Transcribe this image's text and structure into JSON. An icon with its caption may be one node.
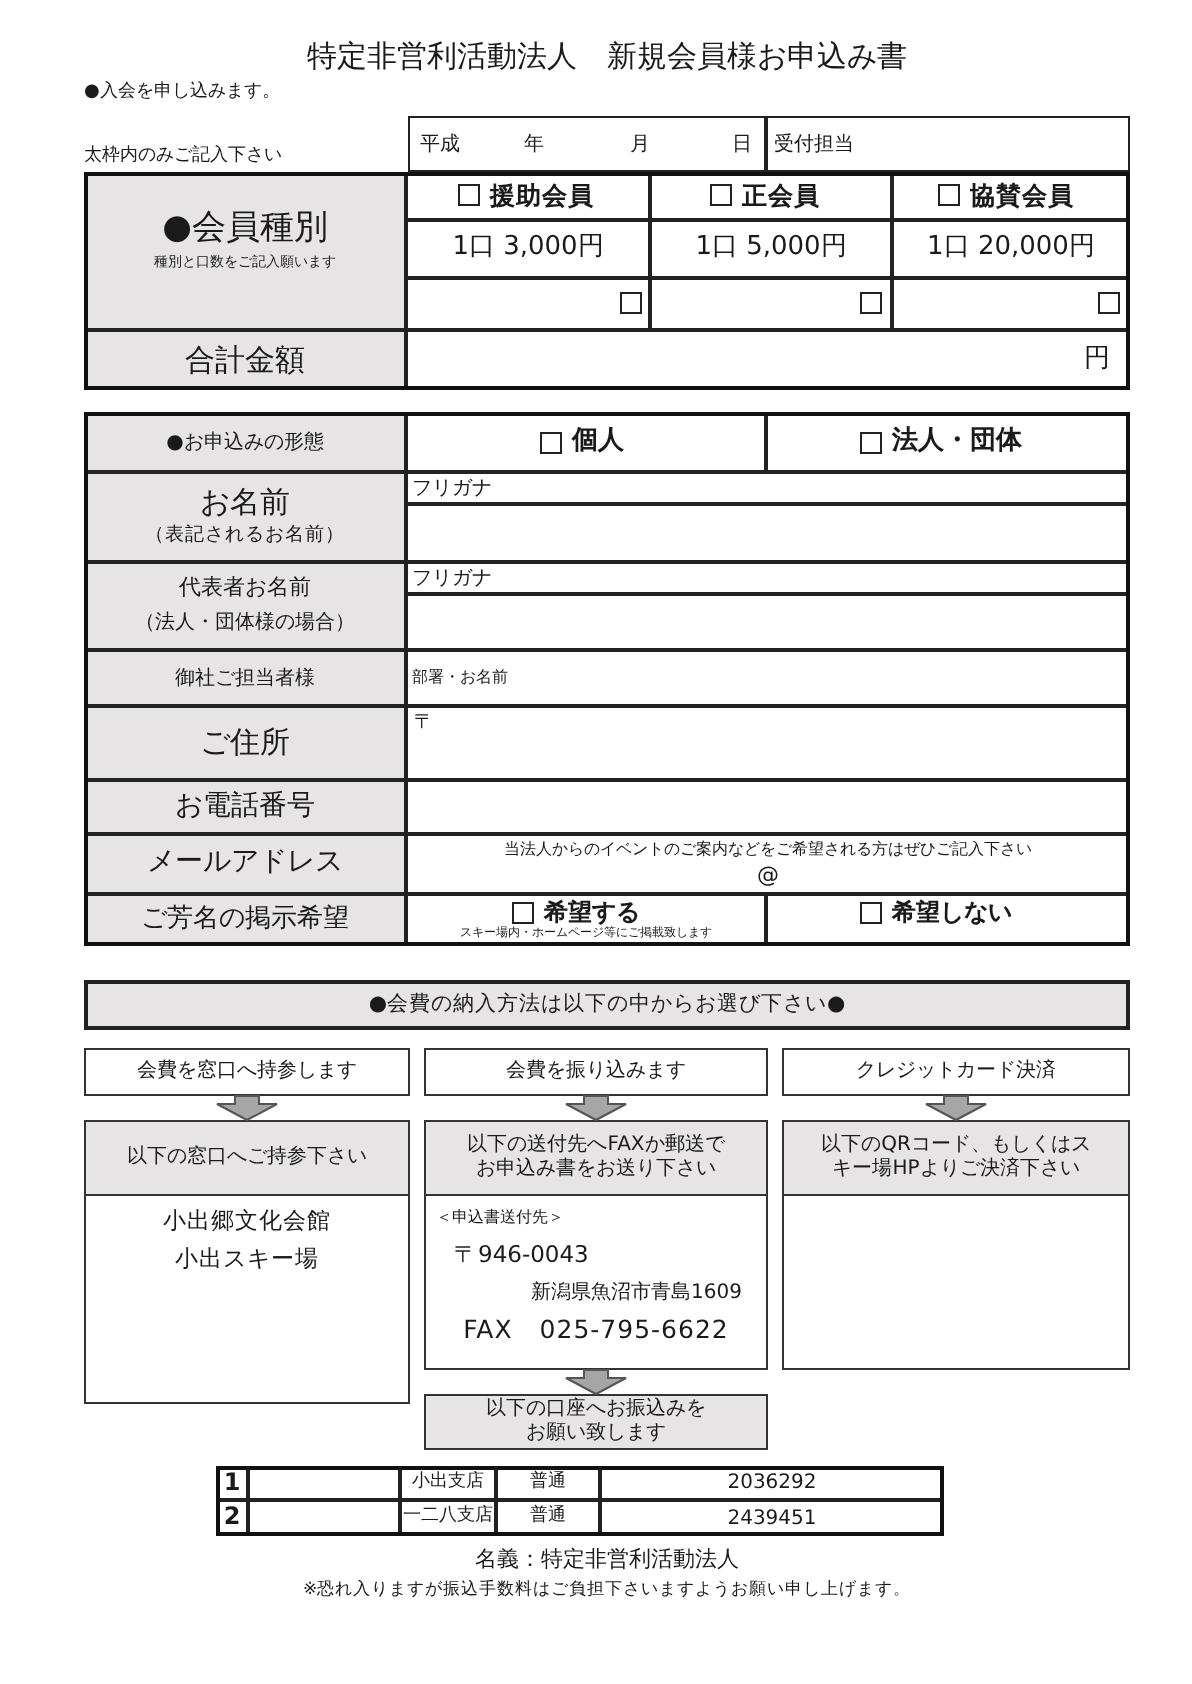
{
  "diagram": {
    "title": "特定非営利活動法人　新規会員様お申込み書",
    "nodes": [
      {
        "text": [
          "●会費の納入方法は以下の中からお選び下さい●"
        ]
      },
      {
        "text": [
          "会費を窓口へ持参します"
        ]
      },
      {
        "text": [
          "会費を振り込みます"
        ]
      },
      {
        "text": [
          "クレジットカード決済"
        ]
      },
      {
        "text": [
          "以下の窓口へご持参下さい",
          "小出郷文化会館",
          "小出スキー場"
        ]
      },
      {
        "text": [
          "以下の送付先へFAXか郵送でお申込み書をお送り下さい",
          "＜申込書送付先＞",
          "〒946-0043",
          "新潟県魚沼市青島1609",
          "FAX　025-795-6622"
        ]
      },
      {
        "text": [
          "以下のQRコード、もしくはスキー場HPよりご決済下さい"
        ]
      },
      {
        "text": [
          "以下の口座へお振込みをお願い致します"
        ]
      }
    ],
    "edges": [
      {
        "from": 1,
        "to": 4,
        "arrow": "to"
      },
      {
        "from": 2,
        "to": 5,
        "arrow": "to"
      },
      {
        "from": 3,
        "to": 6,
        "arrow": "to"
      },
      {
        "from": 5,
        "to": 7,
        "arrow": "to"
      }
    ],
    "labels": [
      "●入会を申し込みます。",
      "太枠内のみご記入下さい",
      "平成",
      "年",
      "月",
      "日",
      "受付担当",
      "●会員種別",
      "種別と口数をご記入願います",
      "援助会員",
      "正会員",
      "協賛会員",
      "1口 3,000円",
      "1口 5,000円",
      "1口 20,000円",
      "合計金額",
      "円",
      "●お申込みの形態",
      "個人",
      "法人・団体",
      "お名前",
      "（表記されるお名前）",
      "フリガナ",
      "代表者お名前",
      "（法人・団体様の場合）",
      "フリガナ",
      "御社ご担当者様",
      "部署・お名前",
      "ご住所",
      "〒",
      "お電話番号",
      "メールアドレス",
      "当法人からのイベントのご案内などをご希望される方はぜひご記入下さい",
      "@",
      "ご芳名の掲示希望",
      "希望する",
      "スキー場内・ホームページ等にご掲載致します",
      "希望しない",
      "1",
      "小出支店",
      "普通",
      "2036292",
      "2",
      "一二八支店",
      "普通",
      "2439451",
      "名義：特定非営利活動法人",
      "※恐れ入りますが振込手数料はご負担下さいますようお願い申し上げます。"
    ]
  }
}
